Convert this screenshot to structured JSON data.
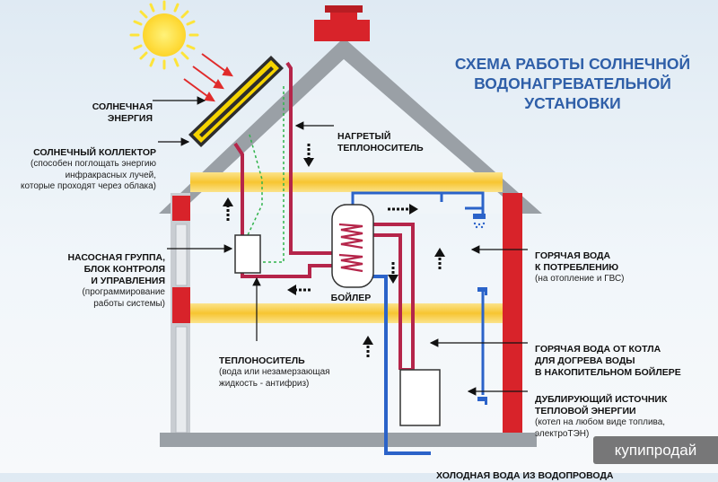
{
  "title": "СХЕМА РАБОТЫ СОЛНЕЧНОЙ\nВОДОНАГРЕВАТЕЛЬНОЙ\nУСТАНОВКИ",
  "labels": {
    "solar_energy": "СОЛНЕЧНАЯ\nЭНЕРГИЯ",
    "collector_title": "СОЛНЕЧНЫЙ КОЛЛЕКТОР",
    "collector_note": "(способен поглощать энергию\nинфракрасных лучей,\nкоторые проходят через облака)",
    "heated_fluid": "НАГРЕТЫЙ\nТЕПЛОНОСИТЕЛЬ",
    "pump_title": "НАСОСНАЯ ГРУППА,\nБЛОК КОНТРОЛЯ\nИ УПРАВЛЕНИЯ",
    "pump_note": "(программирование\nработы системы)",
    "coolant_title": "ТЕПЛОНОСИТЕЛЬ",
    "coolant_note": "(вода или незамерзающая\nжидкость - антифриз)",
    "boiler": "БОЙЛЕР",
    "hot_water_title": "ГОРЯЧАЯ ВОДА\nК ПОТРЕБЛЕНИЮ",
    "hot_water_note": "(на отопление и ГВС)",
    "hot_from_boiler": "ГОРЯЧАЯ ВОДА ОТ КОТЛА\nДЛЯ ДОГРЕВА ВОДЫ\nВ НАКОПИТЕЛЬНОМ БОЙЛЕРЕ",
    "backup_title": "ДУБЛИРУЮЩИЙ ИСТОЧНИК\nТЕПЛОВОЙ ЭНЕРГИИ",
    "backup_note": "(котел на любом виде топлива,\nэлектроТЭН)",
    "cold_water": "ХОЛОДНАЯ ВОДА ИЗ ВОДОПРОВОДА"
  },
  "watermark": "купипродай",
  "colors": {
    "hot_pipe": "#b5254a",
    "cold_pipe": "#2b63c9",
    "dashed_pipe": "#2fb34a",
    "roof": "#9aa0a6",
    "wall_red": "#d8232a",
    "floor_yellow": "#f7c531",
    "sun": "#fde43a",
    "title_blue": "#2f5fa8"
  }
}
